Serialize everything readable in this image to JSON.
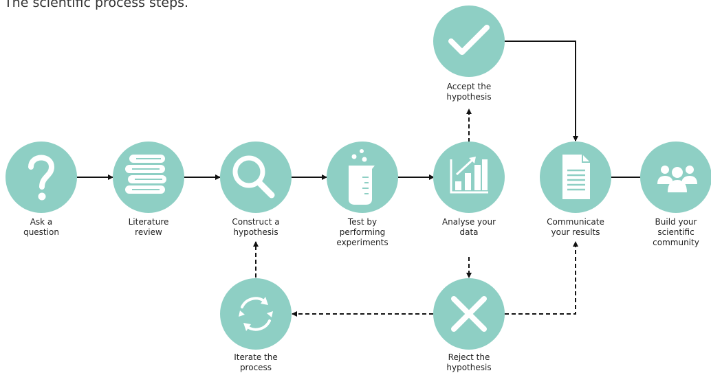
{
  "caption": ". The scientific process steps.",
  "colors": {
    "node_fill": "#8ecfc4",
    "icon": "#ffffff",
    "connector": "#111111",
    "text": "#222222"
  },
  "nodes": {
    "ask": {
      "icon": "question-icon",
      "label": "Ask a\nquestion"
    },
    "literature": {
      "icon": "books-icon",
      "label": "Literature\nreview"
    },
    "construct": {
      "icon": "magnifier-icon",
      "label": "Construct a\nhypothesis"
    },
    "test": {
      "icon": "beaker-icon",
      "label": "Test by\nperforming\nexperiments"
    },
    "analyse": {
      "icon": "bar-chart-icon",
      "label": "Analyse your\ndata"
    },
    "communicate": {
      "icon": "document-icon",
      "label": "Communicate\nyour results"
    },
    "community": {
      "icon": "people-icon",
      "label": "Build your\nscientific\ncommunity"
    },
    "accept": {
      "icon": "checkmark-icon",
      "label": "Accept the\nhypothesis"
    },
    "reject": {
      "icon": "cross-icon",
      "label": "Reject the\nhypothesis"
    },
    "iterate": {
      "icon": "cycle-arrows-icon",
      "label": "Iterate the\nprocess"
    }
  },
  "connectors": [
    {
      "from": "ask",
      "to": "literature",
      "style": "solid"
    },
    {
      "from": "literature",
      "to": "construct",
      "style": "solid"
    },
    {
      "from": "construct",
      "to": "test",
      "style": "solid"
    },
    {
      "from": "test",
      "to": "analyse",
      "style": "solid"
    },
    {
      "from": "communicate",
      "to": "community",
      "style": "solid"
    },
    {
      "from": "accept",
      "to": "communicate",
      "style": "solid"
    },
    {
      "from": "analyse",
      "to": "accept",
      "style": "dashed"
    },
    {
      "from": "analyse",
      "to": "reject",
      "style": "dashed"
    },
    {
      "from": "reject",
      "to": "iterate",
      "style": "dashed"
    },
    {
      "from": "reject",
      "to": "communicate",
      "style": "dashed"
    },
    {
      "from": "iterate",
      "to": "construct",
      "style": "dashed"
    }
  ]
}
